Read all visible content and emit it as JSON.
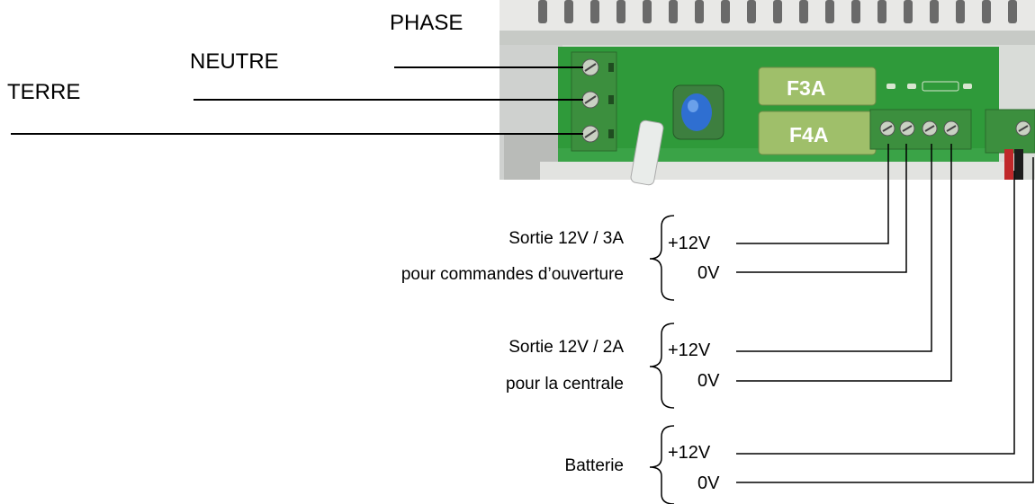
{
  "mains": {
    "phase": "PHASE",
    "neutre": "NEUTRE",
    "terre": "TERRE"
  },
  "fuses": {
    "f1": "F3A",
    "f2": "F4A"
  },
  "outputs": [
    {
      "line1": "Sortie 12V / 3A",
      "line2": "pour commandes d’ouverture",
      "pos": "+12V",
      "neg": "0V"
    },
    {
      "line1": "Sortie 12V / 2A",
      "line2": "pour la centrale",
      "pos": "+12V",
      "neg": "0V"
    },
    {
      "line1": "Batterie",
      "line2": "",
      "pos": "+12V",
      "neg": "0V"
    }
  ]
}
